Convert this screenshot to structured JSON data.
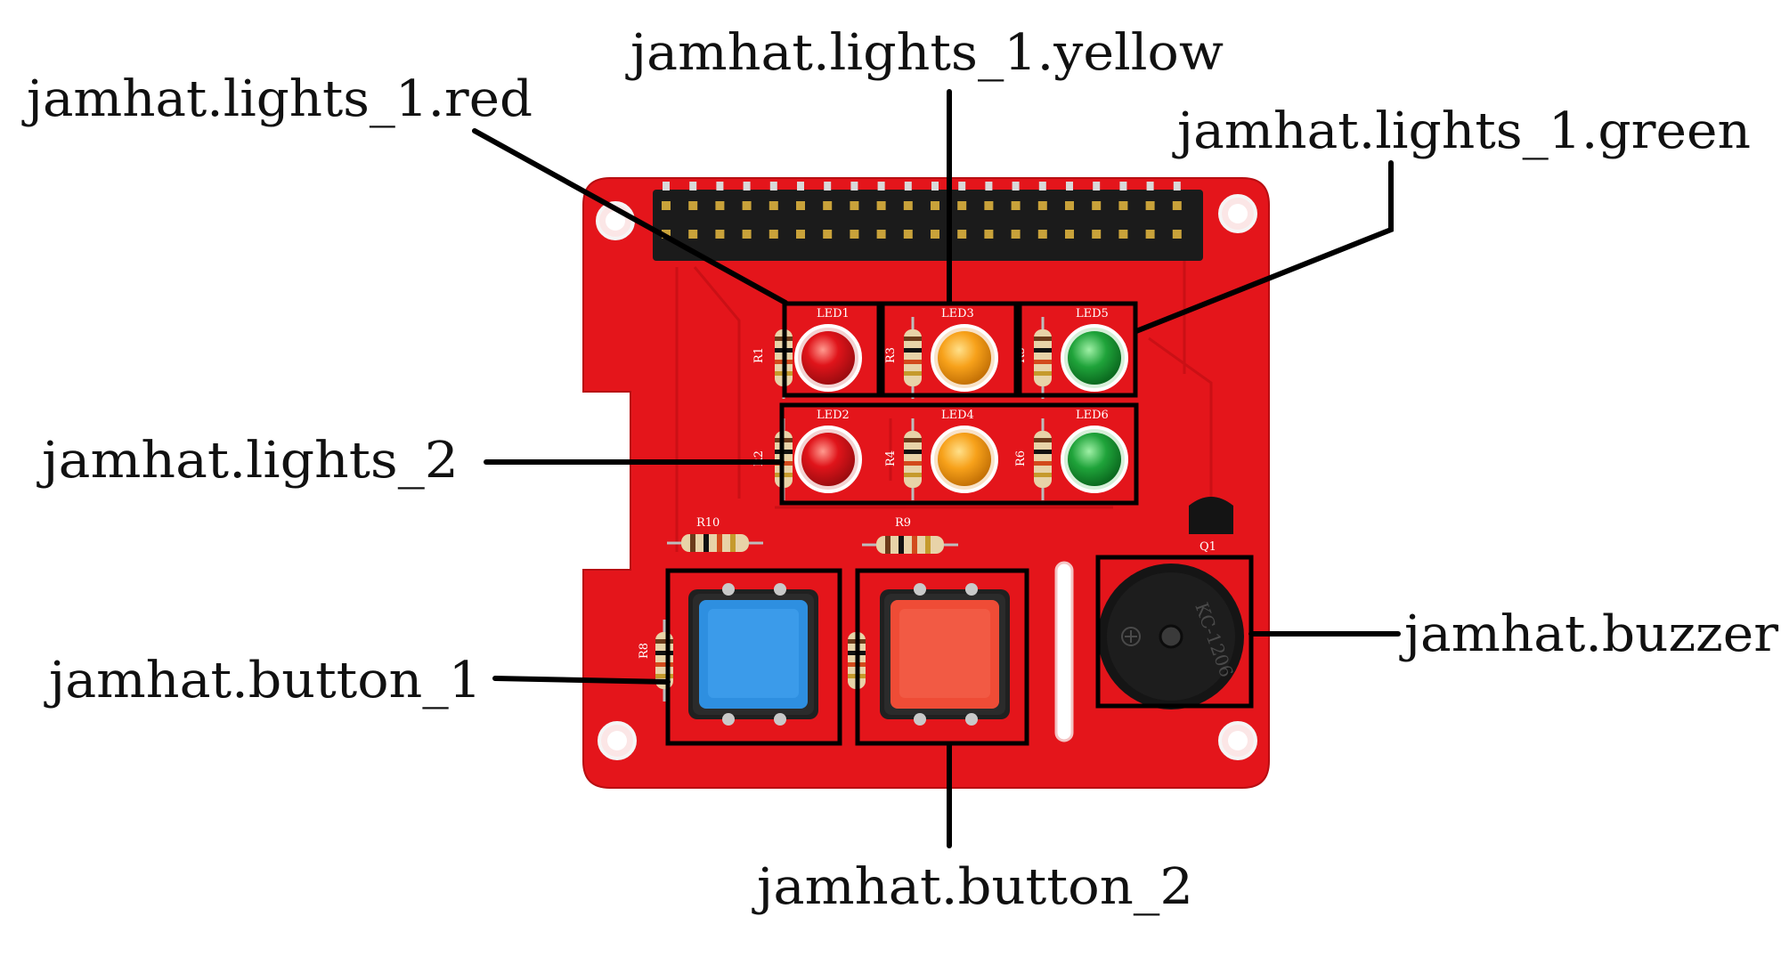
{
  "labels": {
    "lights_1_red": "jamhat.lights_1.red",
    "lights_1_yellow": "jamhat.lights_1.yellow",
    "lights_1_green": "jamhat.lights_1.green",
    "lights_2": "jamhat.lights_2",
    "button_1": "jamhat.button_1",
    "button_2": "jamhat.button_2",
    "buzzer": "jamhat.buzzer"
  },
  "silkscreen": {
    "led1": "LED1",
    "led2": "LED2",
    "led3": "LED3",
    "led4": "LED4",
    "led5": "LED5",
    "led6": "LED6",
    "r1": "R1",
    "r2": "R2",
    "r3": "R3",
    "r4": "R4",
    "r5": "R5",
    "r6": "R6",
    "r8": "R8",
    "r9": "R9",
    "r10": "R10",
    "q1": "Q1",
    "buzzer_mark": "KC-1206"
  },
  "colors": {
    "board": "#e4151b",
    "led_red": "#e0141a",
    "led_yellow": "#f7a11a",
    "led_green": "#1fa33a",
    "button_blue": "#2e8fe0",
    "button_red": "#f0513a",
    "outline": "#000000"
  }
}
